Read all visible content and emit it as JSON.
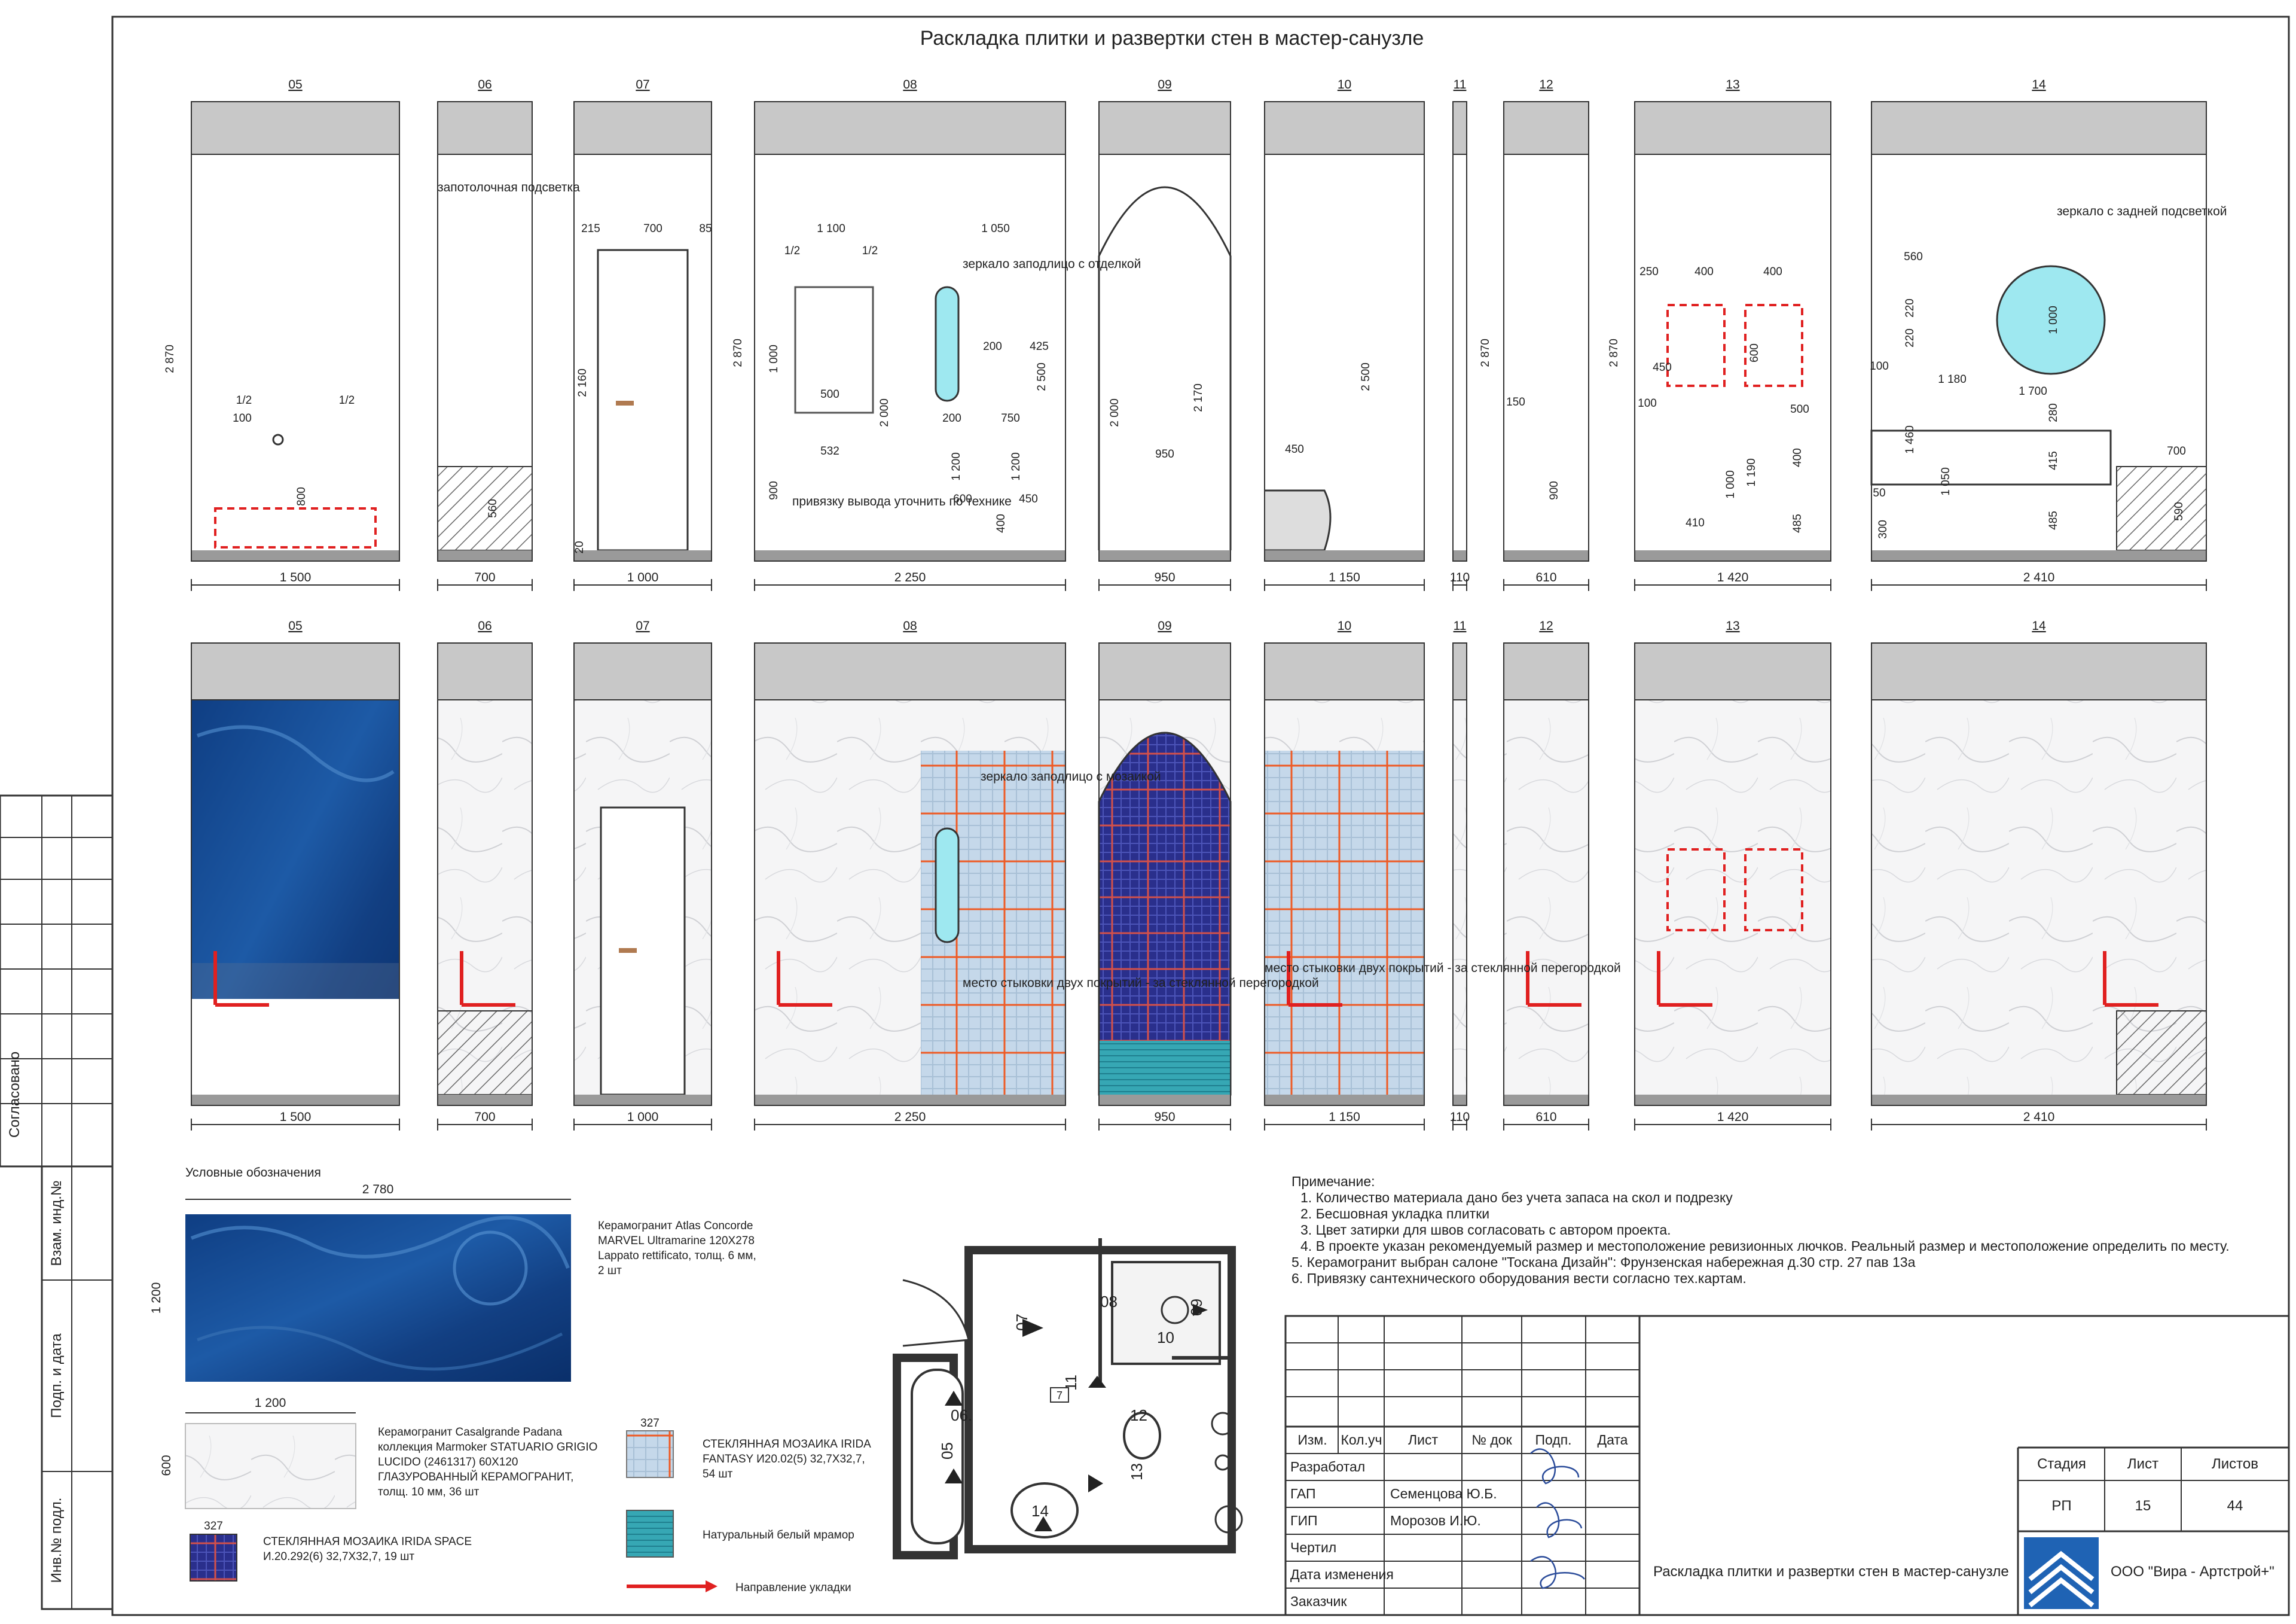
{
  "title": "Раскладка плитки и развертки стен в мастер-санузле",
  "walls": [
    {
      "id": "05",
      "width": "1 500"
    },
    {
      "id": "06",
      "width": "700"
    },
    {
      "id": "07",
      "width": "1 000"
    },
    {
      "id": "08",
      "width": "2 250"
    },
    {
      "id": "09",
      "width": "950"
    },
    {
      "id": "10",
      "width": "1 150"
    },
    {
      "id": "11",
      "width": "110"
    },
    {
      "id": "12",
      "width": "610"
    },
    {
      "id": "13",
      "width": "1 420"
    },
    {
      "id": "14",
      "width": "2 410"
    }
  ],
  "elevation_notes": {
    "ceiling_light": "запотолочная подсветка",
    "mirror_niche": "зеркало заподлицо с отделкой",
    "mirror_mosaic": "зеркало заподлицо с мозаикой",
    "outlet_note": "привязку вывода уточнить по технике",
    "seam_note": "место стыковки двух покрытий - за стеклянной перегородкой",
    "mirror_backlit": "зеркало с задней подсветкой"
  },
  "dims_top": {
    "h2870": "2 870",
    "half": "1/2",
    "d100": "100",
    "d800": "800",
    "d560": "560",
    "d215": "215",
    "d700": "700",
    "d85": "85",
    "d2160": "2 160",
    "d20": "20",
    "d1100": "1 100",
    "d1050": "1 050",
    "d1000": "1 000",
    "d2000": "2 000",
    "d500": "500",
    "d532": "532",
    "d900": "900",
    "d200": "200",
    "d425": "425",
    "d2500": "2 500",
    "d750": "750",
    "d1200": "1 200",
    "d600": "600",
    "d400": "400",
    "d450": "450",
    "d2170": "2 170",
    "d950": "950",
    "d150": "150",
    "d250": "250",
    "d1190": "1 190",
    "d410": "410",
    "d485": "485",
    "d220": "220",
    "d1180": "1 180",
    "d1700": "1 700",
    "d280": "280",
    "d1460": "1 460",
    "d1050b": "1 050",
    "d415": "415",
    "d50": "50",
    "d300": "300",
    "d590": "590"
  },
  "legend": {
    "heading": "Условные обозначения",
    "big_tile_w": "2 780",
    "big_tile_h": "1 200",
    "big_tile_text": [
      "Керамогранит Atlas Concorde",
      "MARVEL Ultramarine 120X278",
      "Lappato rettificato, толщ. 6 мм,",
      "2 шт"
    ],
    "white_tile_w": "1 200",
    "white_tile_h": "600",
    "white_tile_text": [
      "Керамогранит Casalgrande  Padana",
      "коллекция Marmoker STATUARIO GRIGIO",
      "LUCIDO (2461317) 60X120",
      "ГЛАЗУРОВАННЫЙ КЕРАМОГРАНИТ,",
      "толщ. 10 мм, 36 шт"
    ],
    "mosaic_size": "327",
    "fantasy_text": [
      "СТЕКЛЯННАЯ МОЗАИКА IRIDA",
      "FANTASY И20.02(5) 32,7X32,7,",
      "54 шт"
    ],
    "space_text": [
      "СТЕКЛЯННАЯ МОЗАИКА IRIDA SPACE",
      "И.20.292(6) 32,7X32,7, 19 шт"
    ],
    "marble": "Натуральный белый мрамор",
    "direction": "Направление укладки"
  },
  "notes": {
    "heading": "Примечание:",
    "items": [
      "1. Количество материала дано без учета запаса на скол и подрезку",
      "2. Бесшовная укладка плитки",
      "3. Цвет затирки для швов согласовать с автором проекта.",
      "4. В проекте указан рекомендуемый размер и местоположение ревизионных лючков. Реальный размер и местоположение определить по месту.",
      "5. Керамогранит выбран салоне \"Тоскана Дизайн\": Фрунзенская набережная д.30 стр. 27 пав 13а",
      "6. Привязку сантехнического оборудования вести согласно тех.картам."
    ]
  },
  "plan_labels": [
    "05",
    "06.",
    "07",
    "08",
    "09",
    "10",
    "11",
    "12",
    "13",
    "14",
    "7"
  ],
  "side_stamp": {
    "agreed": "Согласовано",
    "inv_zam": "Взам. инд.№",
    "sign_date": "Подп. и дата",
    "inv_podl": "Инв.№ подл."
  },
  "title_block": {
    "col_headers": [
      "Изм.",
      "Кол.уч",
      "Лист",
      "№ док",
      "Подп.",
      "Дата"
    ],
    "rows": [
      {
        "role": "Разработал",
        "name": ""
      },
      {
        "role": "ГАП",
        "name": "Семенцова Ю.Б."
      },
      {
        "role": "ГИП",
        "name": "Морозов И.Ю."
      },
      {
        "role": "Чертил",
        "name": ""
      },
      {
        "role": "Дата изменения",
        "name": ""
      },
      {
        "role": "Заказчик",
        "name": ""
      }
    ],
    "stage_label": "Стадия",
    "sheet_label": "Лист",
    "sheets_label": "Листов",
    "stage": "РП",
    "sheet": "15",
    "sheets": "44",
    "doc_title": "Раскладка плитки и развертки стен в мастер-санузле",
    "company": "ООО \"Вира - Артстрой+\""
  },
  "colors": {
    "line": "#333333",
    "red": "#e02020",
    "ceiling": "#c8c8c8",
    "floor": "#9a9a9a",
    "blue_tile": "#16468a",
    "navy_mosaic": "#2a2f8c",
    "orange_grid": "#ee5a24",
    "mirror": "#9ee8f0",
    "logo": "#1f63b4"
  }
}
